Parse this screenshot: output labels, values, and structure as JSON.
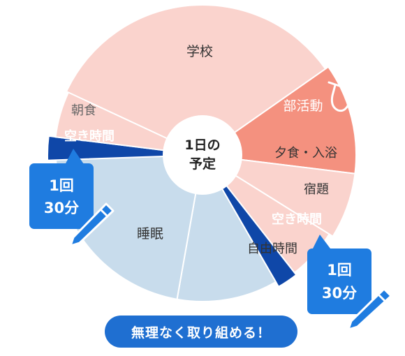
{
  "center": {
    "line1": "1日の",
    "line2": "予定"
  },
  "segments": [
    {
      "label": "学校",
      "fill": "#fad3cd",
      "text": "#333333"
    },
    {
      "label": "部活動",
      "fill": "#f4917f",
      "text": "#ffffff"
    },
    {
      "label": "夕食・入浴",
      "fill": "#fad3cd",
      "text": "#333333"
    },
    {
      "label": "宿題",
      "fill": "#fad3cd",
      "text": "#333333"
    },
    {
      "label": "空き時間",
      "fill": "#0f47a8",
      "text": "#ffffff"
    },
    {
      "label": "自由時間",
      "fill": "#c8dcec",
      "text": "#333333"
    },
    {
      "label": "睡眠",
      "fill": "#c8dcec",
      "text": "#333333"
    },
    {
      "label": "空き時間",
      "fill": "#0f47a8",
      "text": "#ffffff"
    },
    {
      "label": "朝食",
      "fill": "#fad3cd",
      "text": "#666666"
    }
  ],
  "callouts": [
    {
      "line1": "1回",
      "line2": "30分",
      "icon": "pencil-icon"
    },
    {
      "line1": "1回",
      "line2": "30分",
      "icon": "pencil-icon"
    }
  ],
  "decoration_icon": "saxophone-icon",
  "footer": {
    "text": "無理なく取り組める！"
  },
  "colors": {
    "pink": "#fad3cd",
    "salmon": "#f4917f",
    "navy": "#0f47a8",
    "light_blue": "#c8dcec",
    "callout_blue": "#1f7ce0",
    "pill_blue": "#1f6fd1"
  }
}
